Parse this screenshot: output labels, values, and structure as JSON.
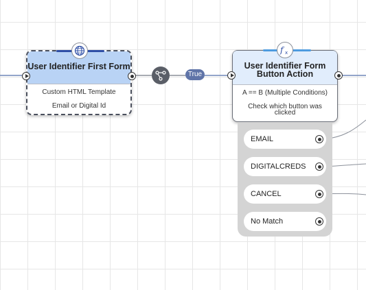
{
  "nodes": [
    {
      "title": "User Identifier First Form",
      "icon": "globe-icon",
      "lines": [
        "Custom HTML Template",
        "Email or Digital Id"
      ]
    },
    {
      "title": "User Identifier Form Button Action",
      "icon": "function-icon",
      "lines": [
        "A == B (Multiple Conditions)",
        "Check which button was clicked"
      ]
    }
  ],
  "connector": {
    "label": "True",
    "icon": "connector-icon"
  },
  "branches": [
    {
      "label": "EMAIL"
    },
    {
      "label": "DIGITALCREDS"
    },
    {
      "label": "CANCEL"
    },
    {
      "label": "No Match"
    }
  ],
  "colors": {
    "node1_header": "#b9d3f5",
    "node2_header": "#e1edfc",
    "wire": "#6f87b8",
    "pill": "#5f74a8",
    "branch_panel": "#d4d4d4"
  }
}
